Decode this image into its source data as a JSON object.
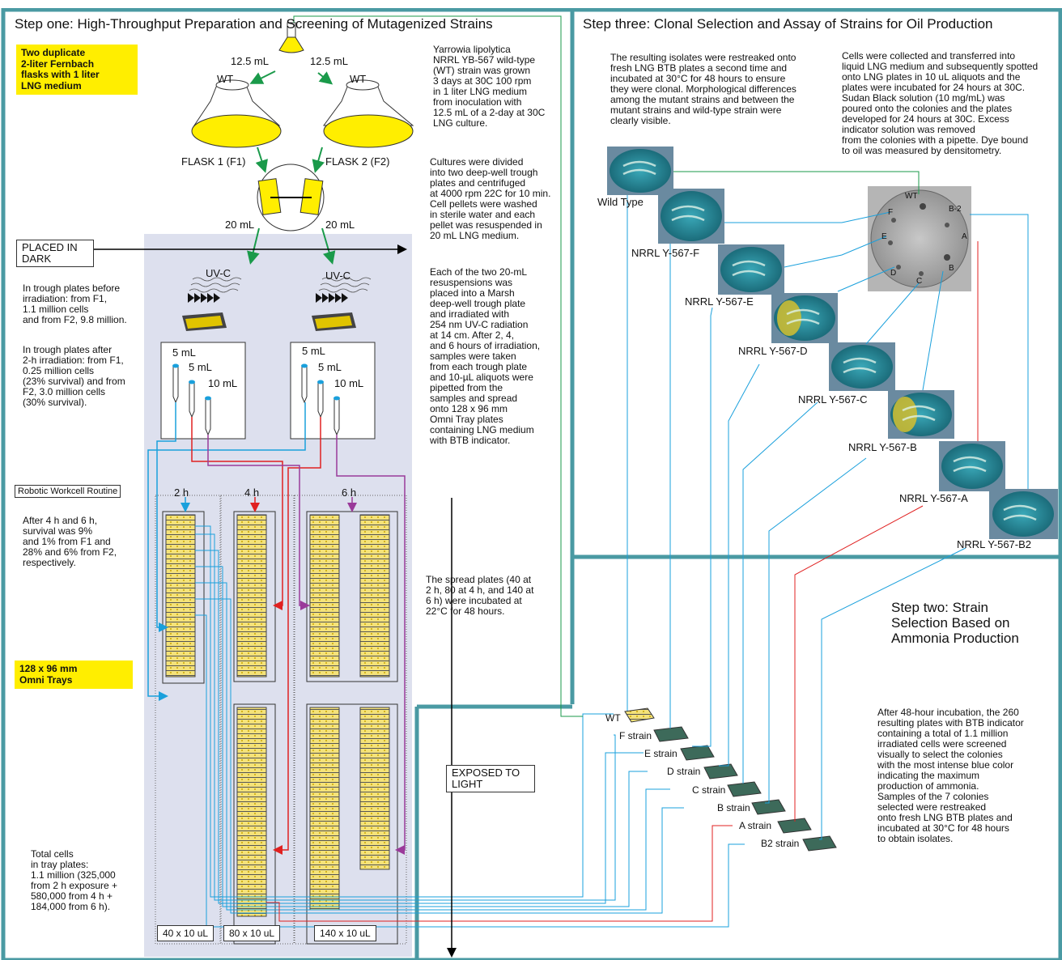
{
  "colors": {
    "frame": "#4a9aa3",
    "shade": "#dde0ee",
    "yellow": "#ffee00",
    "green": "#1a9a4a",
    "blue": "#1aa0dc",
    "red": "#e02020",
    "purple": "#9a3a9a",
    "plate": "#2a8a9a"
  },
  "step1": {
    "title": "Step one: High-Throughput Preparation and Screening of Mutagenized Strains",
    "flask_note": [
      "Two duplicate",
      "2-liter Fernbach",
      "flasks with 1 liter",
      "LNG medium"
    ],
    "vol_left": "12.5 mL",
    "vol_right": "12.5 mL",
    "wt_left": "WT",
    "wt_right": "WT",
    "flask1": "FLASK 1 (F1)",
    "flask2": "FLASK 2 (F2)",
    "ml20_left": "20 mL",
    "ml20_right": "20 mL",
    "placed_dark": [
      "PLACED IN",
      "DARK"
    ],
    "uvc_left": "UV-C",
    "uvc_right": "UV-C",
    "tube_5ml_a": "5 mL",
    "tube_5ml_b": "5 mL",
    "tube_10ml_a": "10 mL",
    "tube_5ml_c": "5 mL",
    "tube_5ml_d": "5 mL",
    "tube_10ml_b": "10 mL",
    "before_irradiation": [
      "In trough plates before",
      "irradiation: from F1,",
      "1.1 million cells",
      "and from F2, 9.8 million."
    ],
    "after_irradiation": [
      "In trough plates after",
      "2-h irradiation:  from F1,",
      "0.25 million cells",
      "(23% survival) and from",
      "F2, 3.0 million cells",
      "(30% survival)."
    ],
    "robotic": "Robotic Workcell Routine",
    "survival": [
      "After 4 h and 6 h,",
      "survival was 9%",
      "and 1% from F1 and",
      "28% and 6% from F2,",
      "respectively."
    ],
    "omni_note": [
      "128 x 96 mm",
      "Omni Trays"
    ],
    "total_cells": [
      "Total cells",
      "in tray plates:",
      "1.1 million (325,000",
      "from 2 h exposure +",
      "580,000 from 4 h +",
      "184,000 from 6 h)."
    ],
    "time_2h": "2 h",
    "time_4h": "4 h",
    "time_6h": "6 h",
    "count_40": "40 x 10 uL",
    "count_80": "80 x 10 uL",
    "count_140": "140 x 10 uL",
    "yarrowia": [
      "Yarrowia lipolytica",
      "NRRL YB-567 wild-type",
      "(WT) strain was grown",
      "3 days at 30C 100 rpm",
      "in 1 liter LNG medium",
      "from inoculation with",
      "12.5 mL of a 2-day at 30C",
      "LNG culture."
    ],
    "cultures": [
      "Cultures were divided",
      "into two deep-well trough",
      "plates and centrifuged",
      "at 4000 rpm 22C for 10 min.",
      "Cell pellets were washed",
      "in sterile water and each",
      "pellet was resuspended in",
      "20  mL LNG medium."
    ],
    "resuspensions": [
      "Each of the two 20-mL",
      "resuspensions was",
      "placed into a Marsh",
      "deep-well trough plate",
      "and irradiated with",
      "254 nm UV-C radiation",
      "at 14 cm.  After 2, 4,",
      "and 6 hours of irradiation,",
      "samples were taken",
      "from each trough plate",
      "and 10-µL aliquots were",
      "pipetted from the",
      "samples and spread",
      "onto 128 x 96 mm",
      "Omni Tray plates",
      "containing LNG medium",
      "with BTB indicator."
    ],
    "spread": [
      "The spread plates (40 at",
      "2 h, 80 at 4 h, and 140 at",
      "6 h) were incubated at",
      "22°C for 48 hours."
    ],
    "exposed": [
      "EXPOSED TO",
      "LIGHT"
    ]
  },
  "step3": {
    "title": "Step three: Clonal Selection and Assay of Strains for Oil Production",
    "restreak": [
      "The resulting isolates were restreaked onto",
      "fresh LNG BTB plates a second time and",
      "incubated at 30°C for 48 hours to ensure",
      "they were clonal.  Morphological differences",
      "among the mutant strains and between the",
      "mutant strains and wild-type strain were",
      "clearly visible."
    ],
    "collected": [
      "Cells were collected and transferred into",
      "liquid LNG medium and subsequently spotted",
      "onto LNG plates in 10 uL aliquots and the",
      "plates were incubated for 24 hours at 30C.",
      "Sudan Black solution (10 mg/mL) was",
      "poured onto the colonies and the plates",
      "developed for 24 hours at 30C.  Excess",
      "indicator solution was removed",
      "from the colonies with a pipette.  Dye bound",
      "to oil was measured by densitometry."
    ],
    "plates": [
      "Wild Type",
      "NRRL Y-567-F",
      "NRRL Y-567-E",
      "NRRL Y-567-D",
      "NRRL Y-567-C",
      "NRRL Y-567-B",
      "NRRL Y-567-A",
      "NRRL Y-567-B2"
    ],
    "spots": [
      "WT",
      "B-2",
      "F",
      "A",
      "E",
      "B",
      "D",
      "C"
    ]
  },
  "step2": {
    "title": [
      "Step two: Strain",
      "Selection Based on",
      "Ammonia Production"
    ],
    "description": [
      "After 48-hour incubation, the 260",
      "resulting plates with BTB indicator",
      "containing a total of 1.1 million",
      "irradiated cells were screened",
      "visually to select the colonies",
      "with the most intense blue color",
      "indicating the maximum",
      "production of ammonia.",
      "Samples of the 7 colonies",
      "selected were restreaked",
      "onto fresh LNG BTB plates and",
      "incubated at 30°C for 48 hours",
      "to obtain isolates."
    ],
    "strains": [
      "WT",
      "F strain",
      "E strain",
      "D strain",
      "C strain",
      "B strain",
      "A strain",
      "B2 strain"
    ]
  }
}
